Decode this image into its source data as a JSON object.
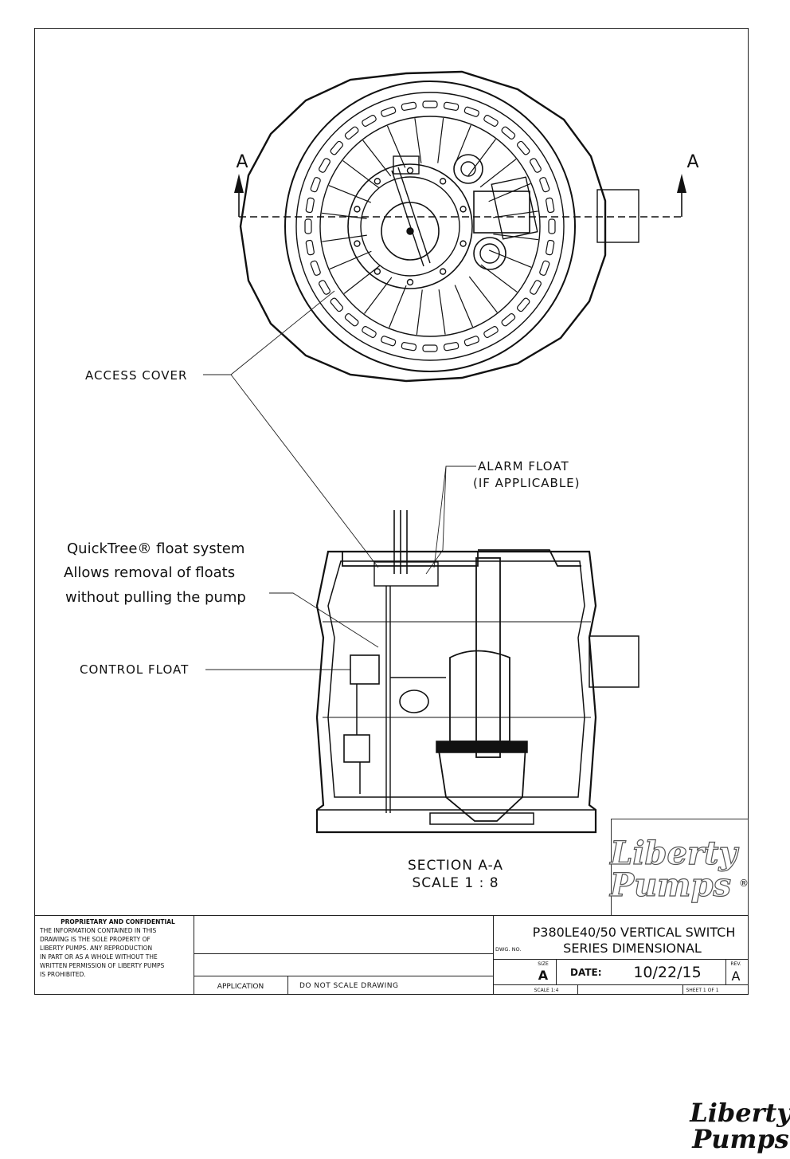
{
  "top_view": {
    "section_marker_left": "A",
    "section_marker_right": "A"
  },
  "callouts": {
    "access_cover": "ACCESS COVER",
    "alarm_float_line1": "ALARM FLOAT",
    "alarm_float_line2": "(IF APPLICABLE)",
    "quicktree_line1": "QuickTree® float system",
    "quicktree_line2": "Allows removal of floats",
    "quicktree_line3": "without pulling the pump",
    "control_float": "CONTROL FLOAT"
  },
  "section_caption": {
    "line1": "SECTION A-A",
    "line2": "SCALE 1 : 8"
  },
  "logo": {
    "line1": "Liberty",
    "line2": "Pumps",
    "mark": "®"
  },
  "title_block": {
    "proprietary_heading": "PROPRIETARY AND CONFIDENTIAL",
    "proprietary_lines": [
      "THE INFORMATION CONTAINED IN THIS",
      "DRAWING IS THE SOLE PROPERTY OF",
      "LIBERTY PUMPS. ANY REPRODUCTION",
      "IN PART OR AS A WHOLE WITHOUT THE",
      "WRITTEN PERMISSION OF LIBERTY PUMPS",
      "IS PROHIBITED."
    ],
    "application_label": "APPLICATION",
    "do_not_scale": "DO NOT SCALE DRAWING",
    "dwg_no_label": "DWG. NO.",
    "title_line1": "P380LE40/50 VERTICAL SWITCH",
    "title_line2": "SERIES DIMENSIONAL",
    "size_label": "SIZE",
    "size_value": "A",
    "date_label": "DATE:",
    "date_value": "10/22/15",
    "rev_label": "REV.",
    "rev_value": "A",
    "scale_label": "SCALE 1:4",
    "sheet_label": "SHEET 1 OF 1"
  },
  "footer_logo": {
    "line1": "Liberty",
    "line2": "Pumps"
  }
}
